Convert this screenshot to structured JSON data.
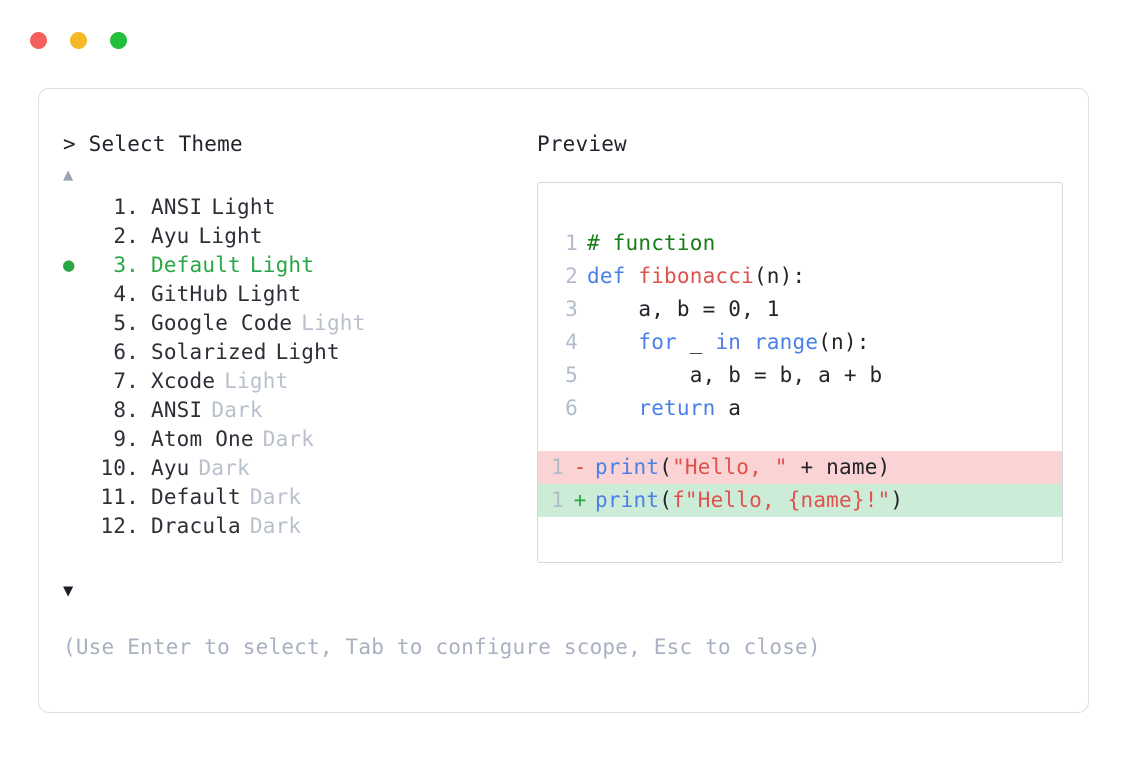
{
  "window": {
    "traffic_lights": [
      {
        "name": "close",
        "color": "#f4605c"
      },
      {
        "name": "minimize",
        "color": "#f5b826"
      },
      {
        "name": "maximize",
        "color": "#22bf3c"
      }
    ]
  },
  "prompt": {
    "symbol": ">",
    "label": "Select Theme",
    "text": "> Select Theme"
  },
  "scroll": {
    "up_arrow": "▲",
    "down_arrow": "▼"
  },
  "selected_index": 3,
  "selected_marker": "●",
  "themes": [
    {
      "index": "1.",
      "name": "ANSI",
      "variant": "Light",
      "variant_muted": false,
      "selected": false
    },
    {
      "index": "2.",
      "name": "Ayu",
      "variant": "Light",
      "variant_muted": false,
      "selected": false
    },
    {
      "index": "3.",
      "name": "Default",
      "variant": "Light",
      "variant_muted": false,
      "selected": true
    },
    {
      "index": "4.",
      "name": "GitHub",
      "variant": "Light",
      "variant_muted": false,
      "selected": false
    },
    {
      "index": "5.",
      "name": "Google Code",
      "variant": "Light",
      "variant_muted": true,
      "selected": false
    },
    {
      "index": "6.",
      "name": "Solarized",
      "variant": "Light",
      "variant_muted": false,
      "selected": false
    },
    {
      "index": "7.",
      "name": "Xcode",
      "variant": "Light",
      "variant_muted": true,
      "selected": false
    },
    {
      "index": "8.",
      "name": "ANSI",
      "variant": "Dark",
      "variant_muted": true,
      "selected": false
    },
    {
      "index": "9.",
      "name": "Atom One",
      "variant": "Dark",
      "variant_muted": true,
      "selected": false
    },
    {
      "index": "10.",
      "name": "Ayu",
      "variant": "Dark",
      "variant_muted": true,
      "selected": false
    },
    {
      "index": "11.",
      "name": "Default",
      "variant": "Dark",
      "variant_muted": true,
      "selected": false
    },
    {
      "index": "12.",
      "name": "Dracula",
      "variant": "Dark",
      "variant_muted": true,
      "selected": false
    }
  ],
  "preview": {
    "label": "Preview",
    "code_lines": [
      {
        "number": "1",
        "tokens": [
          {
            "text": "# function",
            "type": "comment"
          }
        ]
      },
      {
        "number": "2",
        "tokens": [
          {
            "text": "def ",
            "type": "kw"
          },
          {
            "text": "fibonacci",
            "type": "fn"
          },
          {
            "text": "(n):",
            "type": "plain"
          }
        ]
      },
      {
        "number": "3",
        "tokens": [
          {
            "text": "    a, b = 0, 1",
            "type": "plain"
          }
        ]
      },
      {
        "number": "4",
        "tokens": [
          {
            "text": "    ",
            "type": "plain"
          },
          {
            "text": "for",
            "type": "kw"
          },
          {
            "text": " _ ",
            "type": "plain"
          },
          {
            "text": "in range",
            "type": "kw"
          },
          {
            "text": "(n):",
            "type": "plain"
          }
        ]
      },
      {
        "number": "5",
        "tokens": [
          {
            "text": "        a, b = b, a + b",
            "type": "plain"
          }
        ]
      },
      {
        "number": "6",
        "tokens": [
          {
            "text": "    ",
            "type": "plain"
          },
          {
            "text": "return",
            "type": "kw"
          },
          {
            "text": " a",
            "type": "plain"
          }
        ]
      }
    ],
    "diff_lines": [
      {
        "number": "1",
        "sign": "-",
        "kind": "del",
        "tokens": [
          {
            "text": "print",
            "type": "kw"
          },
          {
            "text": "(",
            "type": "plain"
          },
          {
            "text": "\"Hello, \"",
            "type": "str"
          },
          {
            "text": " + name)",
            "type": "plain"
          }
        ]
      },
      {
        "number": "1",
        "sign": "+",
        "kind": "add",
        "tokens": [
          {
            "text": "print",
            "type": "kw"
          },
          {
            "text": "(",
            "type": "plain"
          },
          {
            "text": "f\"Hello, {name}!\"",
            "type": "str"
          },
          {
            "text": ")",
            "type": "plain"
          }
        ]
      }
    ]
  },
  "hint": "(Use Enter to select, Tab to configure scope, Esc to close)",
  "colors": {
    "accent_green": "#2aa745",
    "muted_text": "#b9c0cc",
    "hint_text": "#a9b0c2",
    "body_text": "#2f2e37",
    "comment": "#177d17",
    "keyword": "#4a7fe8",
    "function": "#e0514c",
    "string": "#e0514c",
    "diff_del_bg": "#fad4d4",
    "diff_add_bg": "#cdecd8",
    "card_border": "#dcdfe4",
    "preview_border": "#d4d8e0"
  }
}
